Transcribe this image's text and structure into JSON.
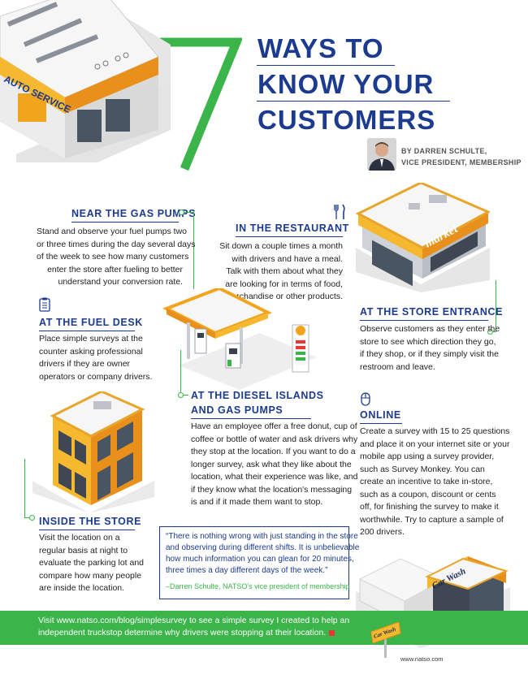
{
  "header": {
    "number": "7",
    "title_lines": [
      "WAYS TO",
      "KNOW YOUR",
      "CUSTOMERS"
    ],
    "byline_lines": [
      "BY DARREN SCHULTE,",
      "VICE PRESIDENT, MEMBERSHIP"
    ]
  },
  "illustrations": {
    "auto_service_sign": "AUTO SERVICE",
    "market_sign": "market",
    "car_wash_sign": "Car Wash",
    "car_wash_post_sign": "Car Wash"
  },
  "sections": {
    "gas_pumps": {
      "heading": "NEAR THE GAS PUMPS",
      "lines": [
        "Stand and observe your fuel pumps two",
        "or three times during the day several days",
        "of the week to see how many customers",
        "enter the store after fueling to better",
        "understand your conversion rate."
      ]
    },
    "restaurant": {
      "heading": "IN THE RESTAURANT",
      "icon": "fork-knife-icon",
      "lines": [
        "Sit down a couple times a month",
        "with drivers and have a meal.",
        "Talk with them about what they",
        "are looking for in terms of food,",
        "merchandise or other products."
      ]
    },
    "store_entrance": {
      "heading": "AT THE STORE ENTRANCE",
      "lines": [
        "Observe customers as they enter the",
        "store to see which direction they go,",
        "if they shop, or if they simply visit the",
        "restroom and leave."
      ]
    },
    "fuel_desk": {
      "heading": "AT THE FUEL DESK",
      "icon": "clipboard-icon",
      "lines": [
        "Place simple surveys at the",
        "counter asking professional",
        "drivers if they are owner",
        "operators or company drivers."
      ]
    },
    "diesel_islands": {
      "heading_lines": [
        "AT THE DIESEL ISLANDS",
        "AND GAS PUMPS"
      ],
      "lines": [
        "Have an employee offer a free donut, cup of",
        "coffee or bottle of water and ask drivers why",
        "they stop at the location. If you want to do a",
        "longer survey, ask what they like about the",
        "location, what their experience was like, and",
        "if they know what the location's messaging",
        "is and if it made them want to stop."
      ]
    },
    "online": {
      "heading": "ONLINE",
      "icon": "mouse-icon",
      "lines": [
        "Create a survey with 15 to 25 questions",
        "and place it on your internet site or your",
        "mobile app using a survey provider,",
        "such as Survey Monkey. You can",
        "create an incentive to take in-store,",
        "such as a coupon, discount or cents",
        "off, for finishing the survey to make it",
        "worthwhile. Try to capture a sample of",
        "200 drivers."
      ]
    },
    "inside_store": {
      "heading": "INSIDE THE STORE",
      "lines": [
        "Visit the location on a",
        "regular basis at night to",
        "evaluate the parking lot and",
        "compare how many people",
        "are inside the location."
      ]
    }
  },
  "quote": {
    "lines": [
      "“There is nothing wrong with just standing in the store",
      "and observing during different shifts. It is unbelievable",
      "how much information you can glean for 20 minutes,",
      "three times a day different days of the week.”"
    ],
    "attribution": "–Darren Schulte, NATSO's vice president of membership"
  },
  "footer": {
    "lines": [
      "Visit www.natso.com/blog/simplesurvey to see a simple survey I created to help an",
      "independent truckstop determine why drivers were stopping at their location."
    ],
    "site": "www.natso.com"
  },
  "colors": {
    "navy": "#1c3b8f",
    "green": "#3bb54a",
    "yellow": "#f5b82e",
    "orange": "#e8901a"
  }
}
